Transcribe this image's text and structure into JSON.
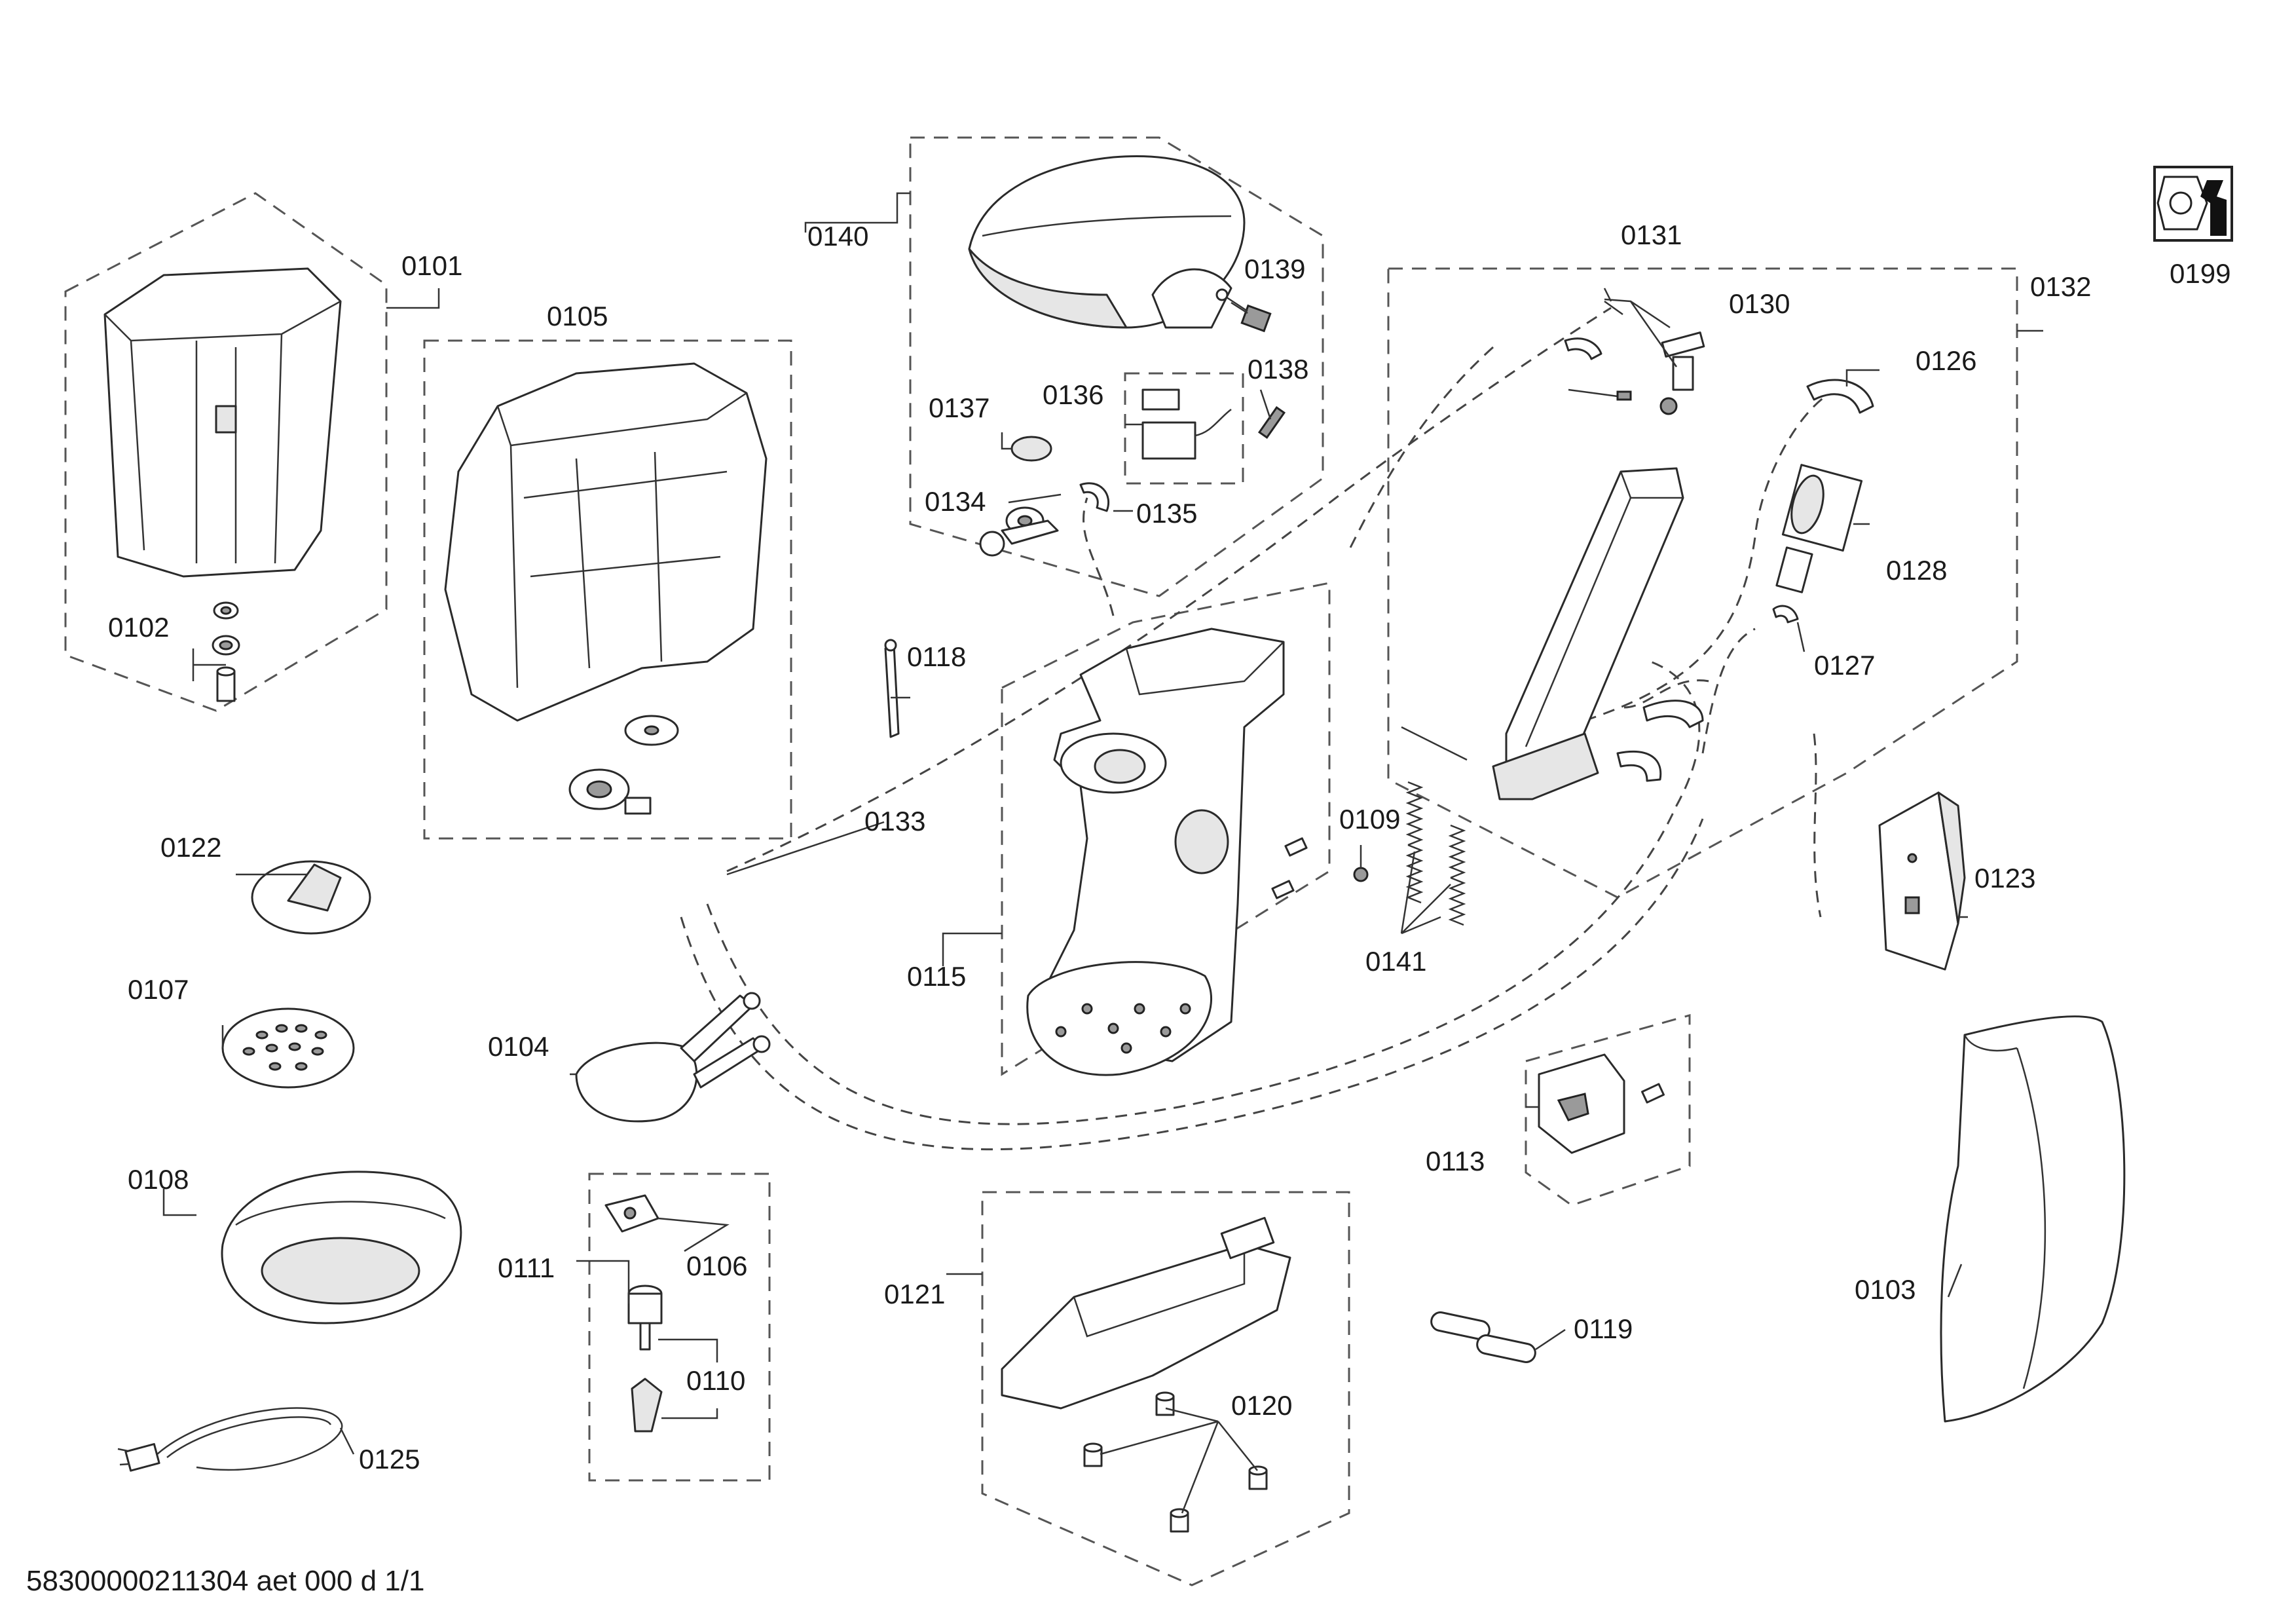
{
  "labels": {
    "p0101": "0101",
    "p0102": "0102",
    "p0103": "0103",
    "p0104": "0104",
    "p0105": "0105",
    "p0106": "0106",
    "p0107": "0107",
    "p0108": "0108",
    "p0109": "0109",
    "p0110": "0110",
    "p0111": "0111",
    "p0113": "0113",
    "p0115": "0115",
    "p0118": "0118",
    "p0119": "0119",
    "p0120": "0120",
    "p0121": "0121",
    "p0122": "0122",
    "p0123": "0123",
    "p0125": "0125",
    "p0126": "0126",
    "p0127": "0127",
    "p0128": "0128",
    "p0130": "0130",
    "p0131": "0131",
    "p0132": "0132",
    "p0133": "0133",
    "p0134": "0134",
    "p0135": "0135",
    "p0136": "0136",
    "p0137": "0137",
    "p0138": "0138",
    "p0139": "0139",
    "p0140": "0140",
    "p0141": "0141",
    "p0199": "0199"
  },
  "footer": "58300000211304 aet 000 d 1/1",
  "icons": {
    "tool": "wrench-nut-icon"
  }
}
